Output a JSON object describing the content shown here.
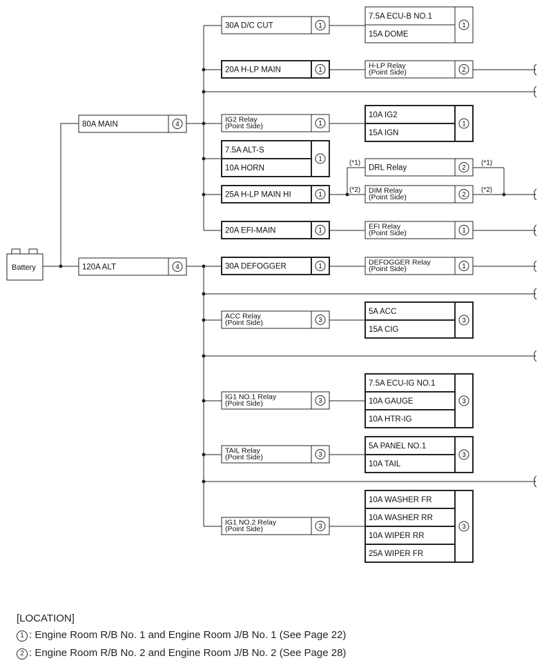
{
  "battery": {
    "label": "Battery"
  },
  "main_fuses": [
    {
      "id": "main80",
      "label": "80A MAIN",
      "loc": "4"
    },
    {
      "id": "alt120",
      "label": "120A ALT",
      "loc": "4"
    }
  ],
  "fuses": [
    {
      "id": "dc-cut",
      "lines": [
        "30A D/C CUT"
      ],
      "loc": "1",
      "bold": false
    },
    {
      "id": "hlp-main",
      "lines": [
        "20A H-LP MAIN"
      ],
      "loc": "1",
      "bold": true
    },
    {
      "id": "ig2-relay",
      "lines": [
        "IG2 Relay",
        "(Point Side)"
      ],
      "loc": "1",
      "bold": false
    },
    {
      "id": "alt-s",
      "lines": [
        "7.5A ALT-S"
      ],
      "loc": "",
      "bold": true
    },
    {
      "id": "horn",
      "lines": [
        "10A HORN"
      ],
      "loc": "",
      "bold": true
    },
    {
      "id": "hlp-main-hi",
      "lines": [
        "25A H-LP MAIN HI"
      ],
      "loc": "1",
      "bold": true
    },
    {
      "id": "efi-main",
      "lines": [
        "20A EFI-MAIN"
      ],
      "loc": "1",
      "bold": true
    },
    {
      "id": "defogger",
      "lines": [
        "30A DEFOGGER"
      ],
      "loc": "1",
      "bold": true
    },
    {
      "id": "acc-relay",
      "lines": [
        "ACC Relay",
        "(Point Side)"
      ],
      "loc": "3",
      "bold": false
    },
    {
      "id": "ig1-no1-relay",
      "lines": [
        "IG1 NO.1 Relay",
        "(Point Side)"
      ],
      "loc": "3",
      "bold": false
    },
    {
      "id": "tail-relay",
      "lines": [
        "TAIL Relay",
        "(Point Side)"
      ],
      "loc": "3",
      "bold": false
    },
    {
      "id": "ig1-no2-relay",
      "lines": [
        "IG1 NO.2 Relay",
        "(Point Side)"
      ],
      "loc": "3",
      "bold": false
    }
  ],
  "alt_horn_loc": "1",
  "outputs": [
    {
      "id": "ecu-b-no1",
      "lines": [
        "7.5A ECU-B NO.1"
      ],
      "loc": "",
      "bold": false
    },
    {
      "id": "dome",
      "lines": [
        "15A DOME"
      ],
      "loc": "",
      "bold": false
    },
    {
      "id": "hlp-relay",
      "lines": [
        "H-LP Relay",
        "(Point Side)"
      ],
      "loc": "2",
      "bold": false
    },
    {
      "id": "ig2",
      "lines": [
        "10A IG2"
      ],
      "loc": "",
      "bold": true
    },
    {
      "id": "ign",
      "lines": [
        "15A IGN"
      ],
      "loc": "",
      "bold": true
    },
    {
      "id": "drl-relay",
      "lines": [
        "DRL Relay"
      ],
      "loc": "2",
      "bold": false
    },
    {
      "id": "dim-relay",
      "lines": [
        "DIM Relay",
        "(Point Side)"
      ],
      "loc": "2",
      "bold": false
    },
    {
      "id": "efi-relay",
      "lines": [
        "EFI Relay",
        "(Point Side)"
      ],
      "loc": "1",
      "bold": false
    },
    {
      "id": "defogger-relay",
      "lines": [
        "DEFOGGER Relay",
        "(Point Side)"
      ],
      "loc": "1",
      "bold": false
    },
    {
      "id": "acc",
      "lines": [
        "5A ACC"
      ],
      "loc": "",
      "bold": true
    },
    {
      "id": "cig",
      "lines": [
        "15A CIG"
      ],
      "loc": "",
      "bold": true
    },
    {
      "id": "ecu-ig-no1",
      "lines": [
        "7.5A ECU-IG NO.1"
      ],
      "loc": "",
      "bold": true
    },
    {
      "id": "gauge",
      "lines": [
        "10A GAUGE"
      ],
      "loc": "",
      "bold": true
    },
    {
      "id": "htr-ig",
      "lines": [
        "10A HTR-IG"
      ],
      "loc": "",
      "bold": true
    },
    {
      "id": "panel-no1",
      "lines": [
        "5A PANEL NO.1"
      ],
      "loc": "",
      "bold": true
    },
    {
      "id": "tail",
      "lines": [
        "10A TAIL"
      ],
      "loc": "",
      "bold": true
    },
    {
      "id": "washer-fr",
      "lines": [
        "10A WASHER FR"
      ],
      "loc": "",
      "bold": true
    },
    {
      "id": "washer-rr",
      "lines": [
        "10A WASHER RR"
      ],
      "loc": "",
      "bold": true
    },
    {
      "id": "wiper-rr",
      "lines": [
        "10A WIPER RR"
      ],
      "loc": "",
      "bold": true
    },
    {
      "id": "wiper-fr",
      "lines": [
        "25A WIPER FR"
      ],
      "loc": "",
      "bold": true
    }
  ],
  "output_groups": [
    {
      "id": "ecu-b-dome-group",
      "loc": "1",
      "bold": false
    },
    {
      "id": "ig2-ign-group",
      "loc": "1",
      "bold": true
    },
    {
      "id": "acc-cig-group",
      "loc": "3",
      "bold": true
    },
    {
      "id": "ig1-outputs-group",
      "loc": "3",
      "bold": true
    },
    {
      "id": "tail-outputs-group",
      "loc": "3",
      "bold": true
    },
    {
      "id": "wiper-group",
      "loc": "3",
      "bold": true
    }
  ],
  "annotations": {
    "star1": "(*1)",
    "star2": "(*2)"
  },
  "location_heading": "[LOCATION]",
  "location_legend": [
    {
      "num": "1",
      "text": ": Engine Room R/B No. 1 and Engine Room J/B No. 1 (See Page 22)"
    },
    {
      "num": "2",
      "text": ": Engine Room R/B No. 2 and Engine Room J/B No. 2 (See Page 28)"
    }
  ]
}
